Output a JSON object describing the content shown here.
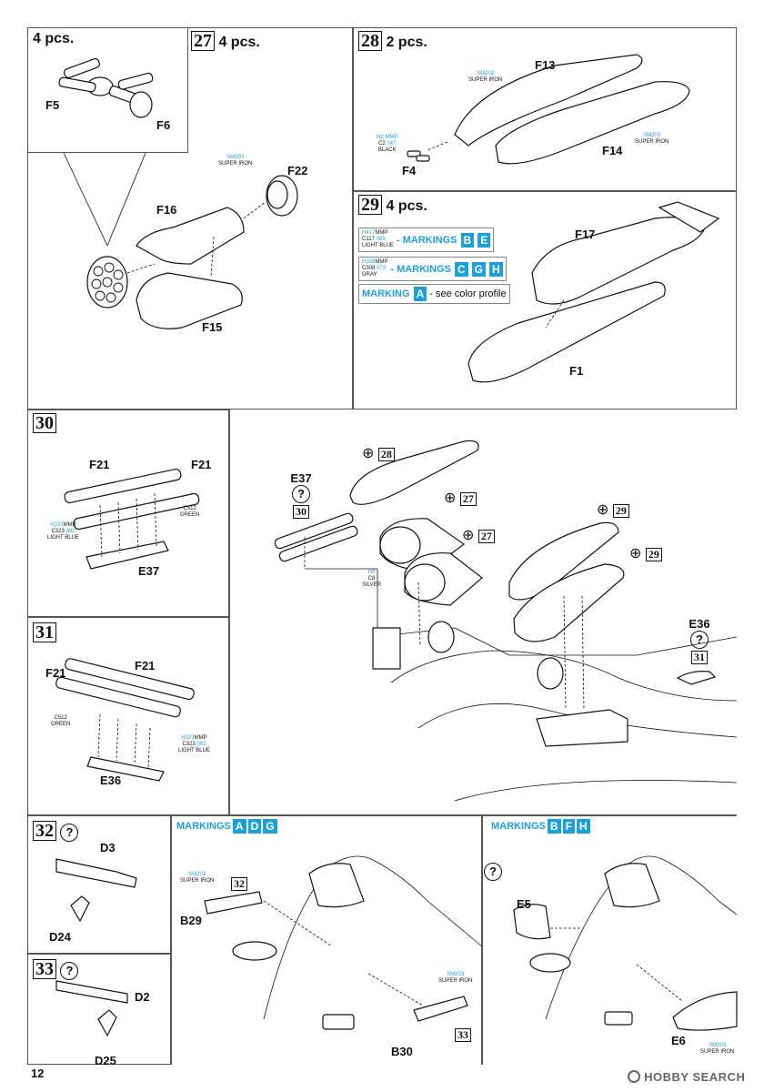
{
  "page_number": "12",
  "watermark": "HOBBY SEARCH",
  "colors": {
    "accent": "#1ba0d8",
    "line": "#111111"
  },
  "top_left": {
    "qty": "4 pcs.",
    "labels": [
      "F5",
      "F6"
    ]
  },
  "step27": {
    "num": "27",
    "qty": "4 pcs.",
    "parts": [
      "F16",
      "F22",
      "F15"
    ],
    "paint": {
      "code": "SM203",
      "name": "SUPER IRON"
    }
  },
  "step28": {
    "num": "28",
    "qty": "2 pcs.",
    "parts": [
      "F13",
      "F14",
      "F4"
    ],
    "paint1": {
      "code": "SM203",
      "name": "SUPER IRON"
    },
    "paint2": {
      "code": "SM203",
      "name": "SUPER IRON"
    },
    "paint3": {
      "h": "H2",
      "mmp": "MMP",
      "c": "C2",
      "n": "047",
      "name": "BLACK"
    }
  },
  "step29": {
    "num": "29",
    "qty": "4 pcs.",
    "parts": [
      "F17",
      "F1"
    ],
    "row1": {
      "h": "H417",
      "mmp": "MMP",
      "c": "C117",
      "n": "089",
      "name": "LIGHT BLUE",
      "text": "- MARKINGS",
      "letters": [
        "B",
        "E"
      ]
    },
    "row2": {
      "h": "H308",
      "mmp": "MMP",
      "c": "C308",
      "n": "073",
      "name": "GRAY",
      "text": "- MARKINGS",
      "letters": [
        "C",
        "G",
        "H"
      ]
    },
    "row3": {
      "text": "MARKING",
      "letter": "A",
      "note": "- see color profile"
    }
  },
  "step30": {
    "num": "30",
    "parts": [
      "F21",
      "F21",
      "E37"
    ],
    "paint1": {
      "code": "C512",
      "name": "GREEN"
    },
    "paint2": {
      "h": "H323",
      "mmp": "MMP",
      "c": "C323",
      "n": "092",
      "name": "LIGHT BLUE"
    }
  },
  "step31": {
    "num": "31",
    "parts": [
      "F21",
      "F21",
      "E36"
    ],
    "paint1": {
      "code": "C512",
      "name": "GREEN"
    },
    "paint2": {
      "h": "H323",
      "mmp": "MMP",
      "c": "C323",
      "n": "092",
      "name": "LIGHT BLUE"
    }
  },
  "main": {
    "e37": "E37",
    "e37_step": "30",
    "e36": "E36",
    "e36_step": "31",
    "q": "?",
    "refs": [
      "28",
      "27",
      "27",
      "29",
      "29"
    ],
    "silver": {
      "h": "H8",
      "c": "C8",
      "name": "SILVER"
    }
  },
  "step32": {
    "num": "32",
    "q": "?",
    "parts": [
      "D3",
      "D24"
    ]
  },
  "step33": {
    "num": "33",
    "q": "?",
    "parts": [
      "D2",
      "D25"
    ]
  },
  "markings_adg": {
    "text": "MARKINGS",
    "letters": [
      "A",
      "D",
      "G"
    ],
    "parts": [
      "B29",
      "B30"
    ],
    "step_ref1": "32",
    "step_ref2": "33",
    "paint1": {
      "code": "SM203",
      "name": "SUPER IRON"
    },
    "paint2": {
      "code": "SM203",
      "name": "SUPER IRON"
    }
  },
  "markings_bfh": {
    "text": "MARKINGS",
    "letters": [
      "B",
      "F",
      "H"
    ],
    "q": "?",
    "parts": [
      "E5",
      "E6"
    ],
    "paint1": {
      "code": "SM203",
      "name": "SUPER IRON"
    }
  }
}
